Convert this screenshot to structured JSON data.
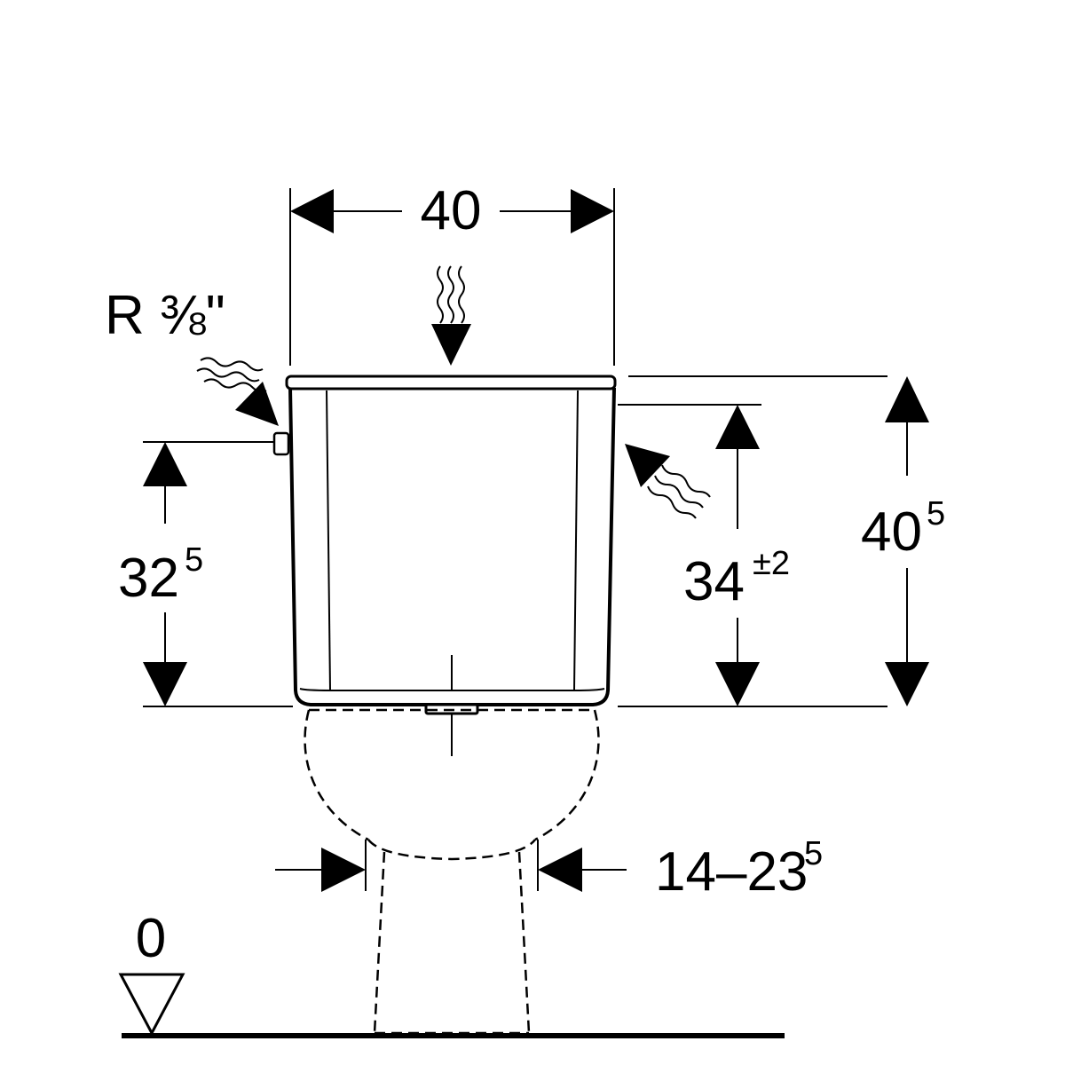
{
  "dimensions": {
    "width_label": "40",
    "inlet_label": "R ⅜\"",
    "inlet_height": {
      "base": "32",
      "sup": "5"
    },
    "float_height": {
      "base": "34",
      "sup": "±2"
    },
    "total_height": {
      "base": "40",
      "sup": "5"
    },
    "pipe_distance": {
      "base": "14–23",
      "sup": "5"
    },
    "floor_level": "0"
  }
}
